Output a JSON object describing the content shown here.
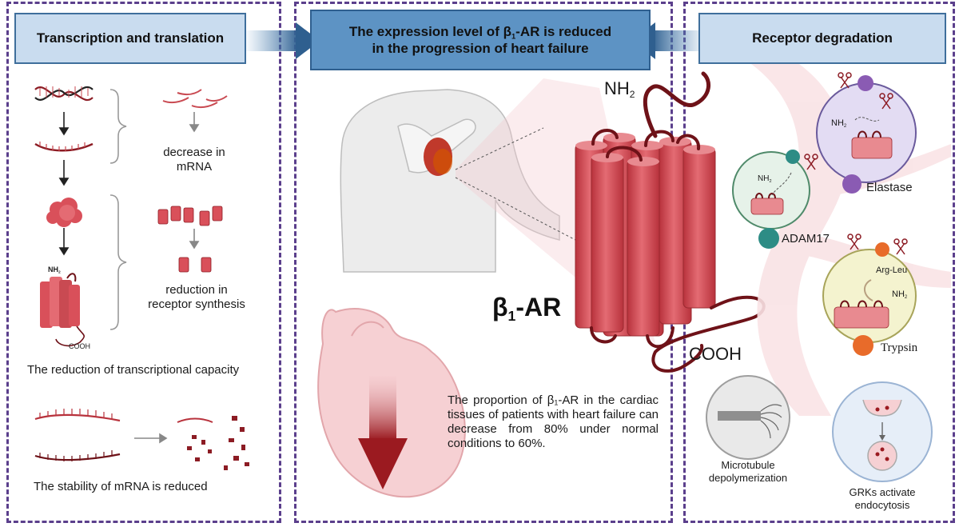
{
  "headers": {
    "left": "Transcription and translation",
    "center_line1": "The expression level of β",
    "center_sub": "1",
    "center_line1_end": "-AR is reduced",
    "center_line2": "in the progression of heart failure",
    "right": "Receptor degradation"
  },
  "left": {
    "decrease_mrna_1": "decrease in",
    "decrease_mrna_2": "mRNA",
    "reduction_receptor_1": "reduction in",
    "reduction_receptor_2": "receptor synthesis",
    "nh2_small": "NH",
    "nh2_small_sub": "2",
    "cooh_small": "COOH",
    "transcriptional_caption": "The reduction of transcriptional capacity",
    "mrna_stability_caption": "The stability of mRNA is reduced"
  },
  "center": {
    "nh2": "NH",
    "nh2_sub": "2",
    "cooh": "COOH",
    "receptor_beta": "β",
    "receptor_sub": "1",
    "receptor_end": "-AR",
    "proportion_text": "The proportion of β₁-AR in the cardiac tissues of patients with heart failure can decrease from 80% under normal conditions to 60%."
  },
  "right": {
    "nh2_a": "NH",
    "nh2_a_sub": "2",
    "nh2_b": "NH",
    "nh2_b_sub": "2",
    "nh2_c": "NH",
    "nh2_c_sub": "2",
    "elastase": "Elastase",
    "adam17": "ADAM17",
    "arg_leu": "Arg-Leu",
    "trypsin": "Trypsin",
    "microtubule_1": "Microtubule",
    "microtubule_2": "depolymerization",
    "grks_1": "GRKs activate",
    "grks_2": "endocytosis"
  },
  "colors": {
    "panel_border": "#5b3f8c",
    "header_light": "#c9dcef",
    "header_dark": "#5d93c4",
    "receptor_red": "#d9505a",
    "receptor_dark": "#6e1218",
    "heart_pink": "#f4c9cd",
    "arrow_dark_red": "#9b1a20",
    "elastase_purple": "#8a5bb3",
    "adam17_teal": "#2d8c85",
    "trypsin_orange": "#e86b2a"
  }
}
